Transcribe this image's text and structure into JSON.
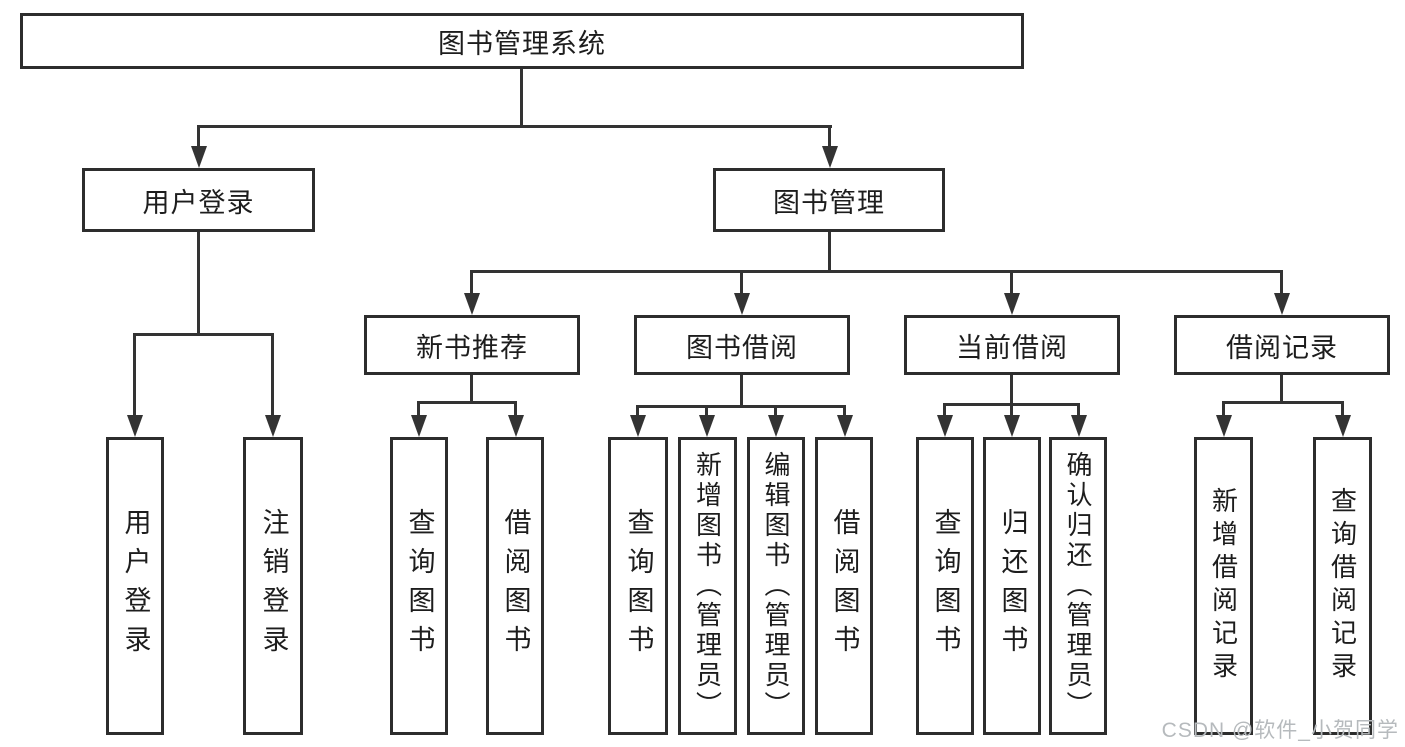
{
  "diagram_title": "图书管理系统",
  "tree": {
    "label": "图书管理系统",
    "children": [
      {
        "label": "用户登录",
        "children": [
          {
            "label": "用户登录"
          },
          {
            "label": "注销登录"
          }
        ]
      },
      {
        "label": "图书管理",
        "children": [
          {
            "label": "新书推荐",
            "children": [
              {
                "label": "查询图书"
              },
              {
                "label": "借阅图书"
              }
            ]
          },
          {
            "label": "图书借阅",
            "children": [
              {
                "label": "查询图书"
              },
              {
                "label": "新增图书（管理员）"
              },
              {
                "label": "编辑图书（管理员）"
              },
              {
                "label": "借阅图书"
              }
            ]
          },
          {
            "label": "当前借阅",
            "children": [
              {
                "label": "查询图书"
              },
              {
                "label": "归还图书"
              },
              {
                "label": "确认归还（管理员）"
              }
            ]
          },
          {
            "label": "借阅记录",
            "children": [
              {
                "label": "新增借阅记录"
              },
              {
                "label": "查询借阅记录"
              }
            ]
          }
        ]
      }
    ]
  },
  "watermark": {
    "text": "CSDN @软件_小贺同学"
  },
  "colors": {
    "line": "#333333",
    "box_border": "#2d2d2d",
    "text": "#1d1d1d",
    "watermark_text": "#b6babd",
    "background": "#ffffff"
  }
}
